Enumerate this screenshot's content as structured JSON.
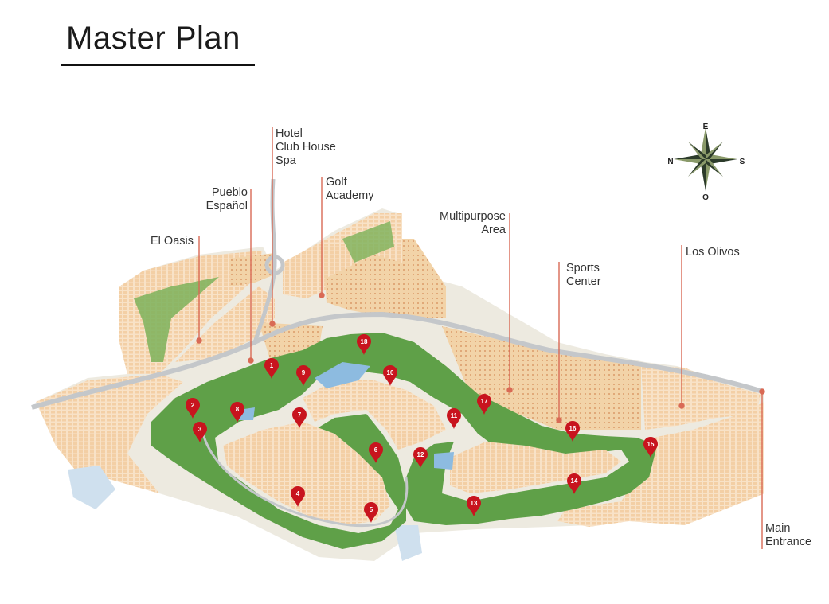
{
  "title": "Master Plan",
  "compass": {
    "north": "N",
    "east": "E",
    "south": "S",
    "west": "O"
  },
  "labels": {
    "hotel": [
      "Hotel",
      "Club House",
      "Spa"
    ],
    "golf_academy": [
      "Golf",
      "Academy"
    ],
    "pueblo": [
      "Pueblo",
      "Español"
    ],
    "el_oasis": "El Oasis",
    "multipurpose": [
      "Multipurpose",
      "Area"
    ],
    "sports": [
      "Sports",
      "Center"
    ],
    "los_olivos": "Los Olivos",
    "main_entrance": [
      "Main",
      "Entrance"
    ]
  },
  "holes": [
    "1",
    "2",
    "3",
    "4",
    "5",
    "6",
    "7",
    "8",
    "9",
    "10",
    "11",
    "12",
    "13",
    "14",
    "15",
    "16",
    "17",
    "18"
  ],
  "colors": {
    "pin": "#c8141e",
    "fairway": "#5fa048",
    "fairway_light": "#86b865",
    "residential": "#f6dcc0",
    "amenity": "#f2d3a8",
    "leader": "#d96a55",
    "water": "#8dbbe0",
    "road": "#b9bcbf",
    "compass_dark": "#2c3b2a",
    "compass_light": "#8a9a6a"
  }
}
